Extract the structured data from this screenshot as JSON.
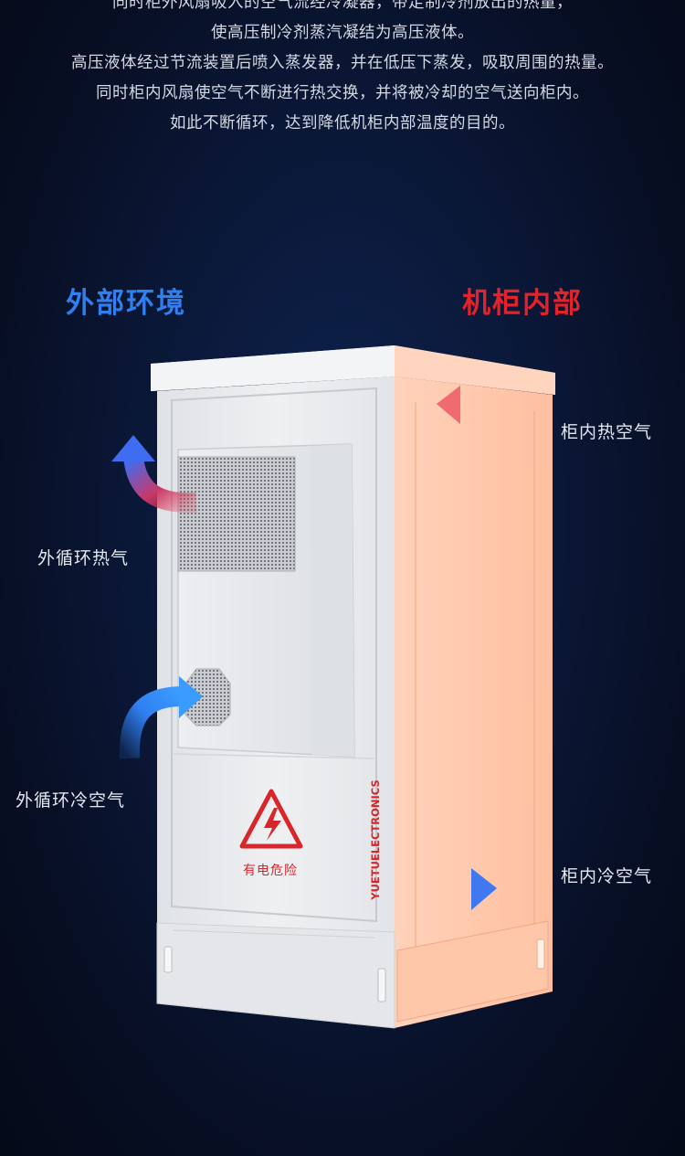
{
  "intro": {
    "lines": [
      "同时柜外风扇吸入的空气流经冷凝器，带走制冷剂放出的热量，",
      "使高压制冷剂蒸汽凝结为高压液体。",
      "高压液体经过节流装置后喷入蒸发器，并在低压下蒸发，吸取周围的热量。",
      "同时柜内风扇使空气不断进行热交换，并将被冷却的空气送向柜内。",
      "如此不断循环，达到降低机柜内部温度的目的。"
    ]
  },
  "titles": {
    "outside": "外部环境",
    "inside": "机柜内部"
  },
  "labels": {
    "outer_hot": "外循环热气",
    "outer_cold": "外循环冷空气",
    "inner_hot": "柜内热空气",
    "inner_cold": "柜内冷空气"
  },
  "cabinet": {
    "brand": "YUETUELECTRONICS",
    "warning": "有电危险"
  },
  "colors": {
    "cold": "#2f7ff0",
    "hot": "#e3222a",
    "cabinet": "#e9ebee",
    "interior_glow": "#ffc3a6"
  }
}
